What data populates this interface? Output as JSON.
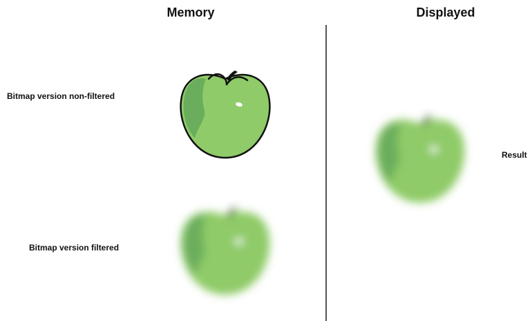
{
  "headings": {
    "memory": "Memory",
    "displayed": "Displayed"
  },
  "labels": {
    "non_filtered": "Bitmap version non-filtered",
    "filtered": "Bitmap version filtered",
    "result": "Result"
  },
  "apples": [
    {
      "id": "memory-non-filtered",
      "blurred": false
    },
    {
      "id": "memory-filtered",
      "blurred": true
    },
    {
      "id": "displayed-result",
      "blurred": true
    }
  ],
  "colors": {
    "apple_body": "#8fcb68",
    "apple_shade": "#6aad5c",
    "apple_outline": "#111111",
    "apple_highlight": "#ffffff",
    "divider": "#555555"
  }
}
